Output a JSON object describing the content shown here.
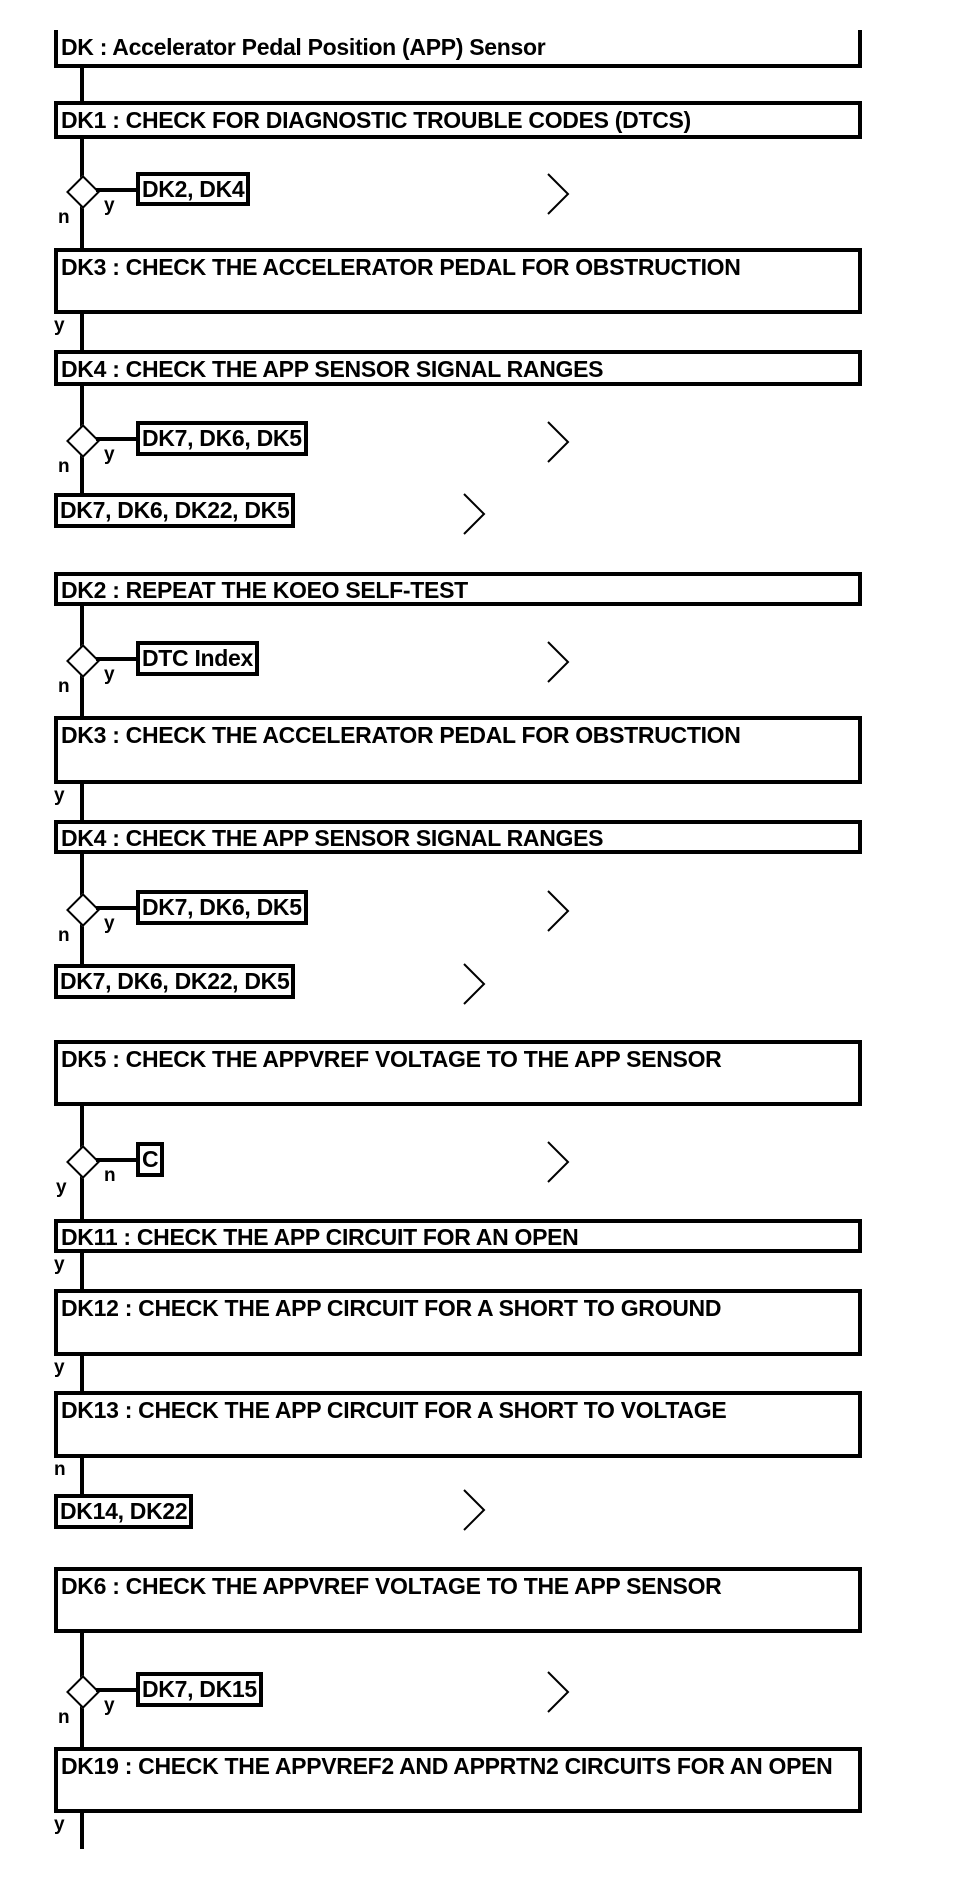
{
  "header": {
    "title": "DK : Accelerator Pedal Position (APP) Sensor"
  },
  "steps": {
    "dk1": "DK1 : CHECK FOR DIAGNOSTIC TROUBLE CODES (DTCS)",
    "dk3a": "DK3 : CHECK THE ACCELERATOR PEDAL FOR OBSTRUCTION",
    "dk4a": "DK4 : CHECK THE APP SENSOR SIGNAL RANGES",
    "dk2": "DK2 : REPEAT THE KOEO SELF-TEST",
    "dk3b": "DK3 : CHECK THE ACCELERATOR PEDAL FOR OBSTRUCTION",
    "dk4b": "DK4 : CHECK THE APP SENSOR SIGNAL RANGES",
    "dk5": "DK5 : CHECK THE APPVREF VOLTAGE TO THE APP SENSOR",
    "dk11": "DK11 : CHECK THE APP CIRCUIT FOR AN OPEN",
    "dk12": "DK12 : CHECK THE APP CIRCUIT FOR A SHORT TO GROUND",
    "dk13": "DK13 : CHECK THE APP CIRCUIT FOR A SHORT TO VOLTAGE",
    "dk6": "DK6 : CHECK THE APPVREF VOLTAGE TO THE APP SENSOR",
    "dk19": "DK19 : CHECK THE APPVREF2 AND APPRTN2 CIRCUITS FOR AN OPEN"
  },
  "refs": {
    "r1": "DK2, DK4",
    "r2": "DK7, DK6, DK5",
    "x1": "DK7, DK6, DK22, DK5",
    "r3": "DTC Index",
    "r4": "DK7, DK6, DK5",
    "x2": "DK7, DK6, DK22, DK5",
    "r5": "C",
    "x3": "DK14, DK22",
    "r6": "DK7, DK15"
  },
  "labels": {
    "yes": "y",
    "no": "n"
  },
  "icons": {
    "decision": "diamond-icon",
    "go": "chevron-right-icon"
  }
}
